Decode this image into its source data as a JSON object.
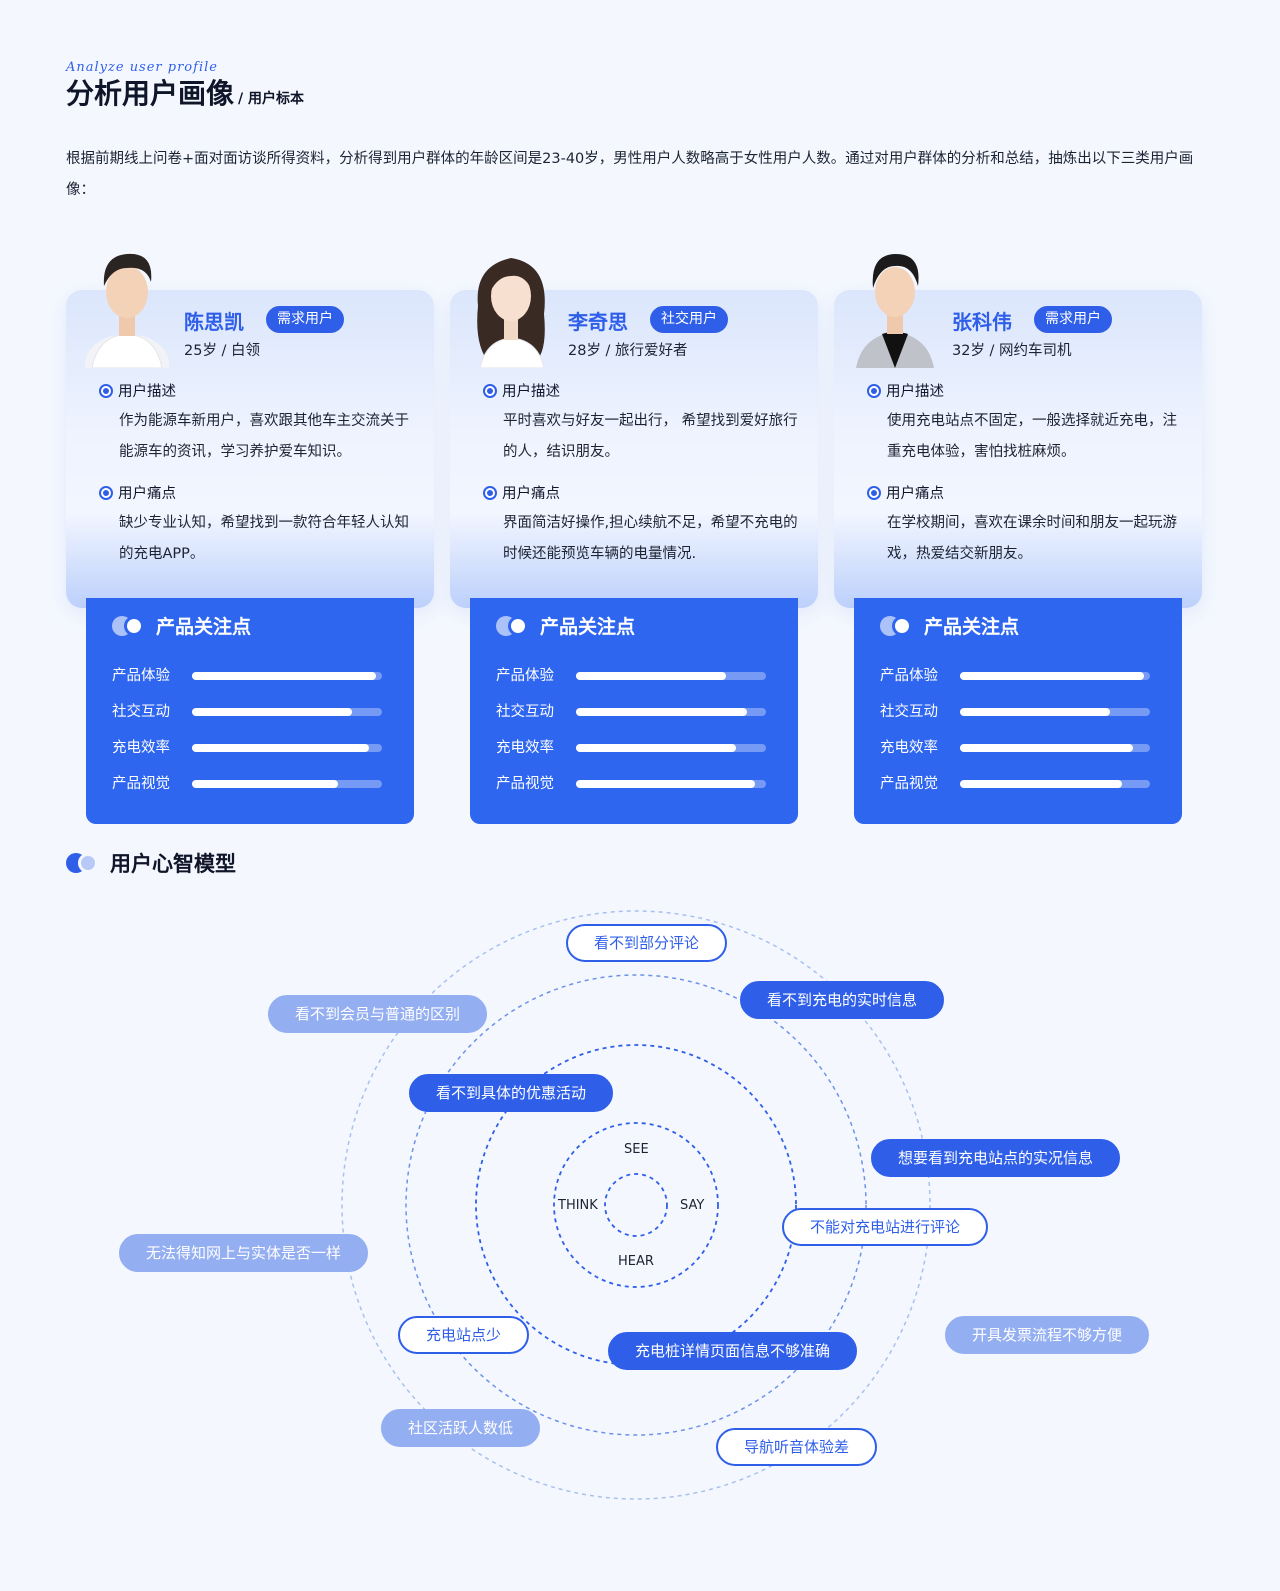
{
  "header": {
    "script_subtitle": "Analyze user profile",
    "title": "分析用户画像",
    "subtitle": "/ 用户标本"
  },
  "intro": "根据前期线上问卷+面对面访谈所得资料，分析得到用户群体的年龄区间是23-40岁，男性用户人数略高于女性用户人数。通过对用户群体的分析和总结，抽炼出以下三类用户画像：",
  "personas": [
    {
      "name": "陈思凯",
      "tag": "需求用户",
      "meta": "25岁 / 白领",
      "desc_title": "用户描述",
      "desc": "作为能源车新用户，喜欢跟其他车主交流关于能源车的资讯，学习养护爱车知识。",
      "pain_title": "用户痛点",
      "pain": "缺少专业认知，希望找到一款符合年轻人认知的充电APP。",
      "focus_title": "产品关注点",
      "bars": [
        {
          "label": "产品体验",
          "value": 0.97
        },
        {
          "label": "社交互动",
          "value": 0.84
        },
        {
          "label": "充电效率",
          "value": 0.93
        },
        {
          "label": "产品视觉",
          "value": 0.77
        }
      ]
    },
    {
      "name": "李奇思",
      "tag": "社交用户",
      "meta": "28岁 / 旅行爱好者",
      "desc_title": "用户描述",
      "desc": "平时喜欢与好友一起出行， 希望找到爱好旅行的人，结识朋友。",
      "pain_title": "用户痛点",
      "pain": "界面简洁好操作,担心续航不足，希望不充电的时候还能预览车辆的电量情况.",
      "focus_title": "产品关注点",
      "bars": [
        {
          "label": "产品体验",
          "value": 0.79
        },
        {
          "label": "社交互动",
          "value": 0.9
        },
        {
          "label": "充电效率",
          "value": 0.84
        },
        {
          "label": "产品视觉",
          "value": 0.94
        }
      ]
    },
    {
      "name": "张科伟",
      "tag": "需求用户",
      "meta": "32岁 / 网约车司机",
      "desc_title": "用户描述",
      "desc": "使用充电站点不固定，一般选择就近充电，注重充电体验，害怕找桩麻烦。",
      "pain_title": "用户痛点",
      "pain": "在学校期间，喜欢在课余时间和朋友一起玩游戏，热爱结交新朋友。",
      "focus_title": "产品关注点",
      "bars": [
        {
          "label": "产品体验",
          "value": 0.97
        },
        {
          "label": "社交互动",
          "value": 0.79
        },
        {
          "label": "充电效率",
          "value": 0.91
        },
        {
          "label": "产品视觉",
          "value": 0.85
        }
      ]
    }
  ],
  "model": {
    "title": "用户心智模型",
    "center_labels": {
      "see": "SEE",
      "think": "THINK",
      "say": "SAY",
      "hear": "HEAR"
    },
    "pills": [
      {
        "text": "看不到部分评论",
        "style": "outline"
      },
      {
        "text": "看不到充电的实时信息",
        "style": "solid"
      },
      {
        "text": "看不到会员与普通的区别",
        "style": "light"
      },
      {
        "text": "看不到具体的优惠活动",
        "style": "solid"
      },
      {
        "text": "想要看到充电站点的实况信息",
        "style": "solid"
      },
      {
        "text": "不能对充电站进行评论",
        "style": "outline"
      },
      {
        "text": "无法得知网上与实体是否一样",
        "style": "light"
      },
      {
        "text": "充电站点少",
        "style": "outline"
      },
      {
        "text": "充电桩详情页面信息不够准确",
        "style": "solid"
      },
      {
        "text": "开具发票流程不够方便",
        "style": "light"
      },
      {
        "text": "社区活跃人数低",
        "style": "light"
      },
      {
        "text": "导航听音体验差",
        "style": "outline"
      }
    ]
  },
  "colors": {
    "accent": "#2f5fe9",
    "panel": "#2f66f0",
    "light_pill": "#94aef2",
    "background": "#f4f8fe"
  }
}
